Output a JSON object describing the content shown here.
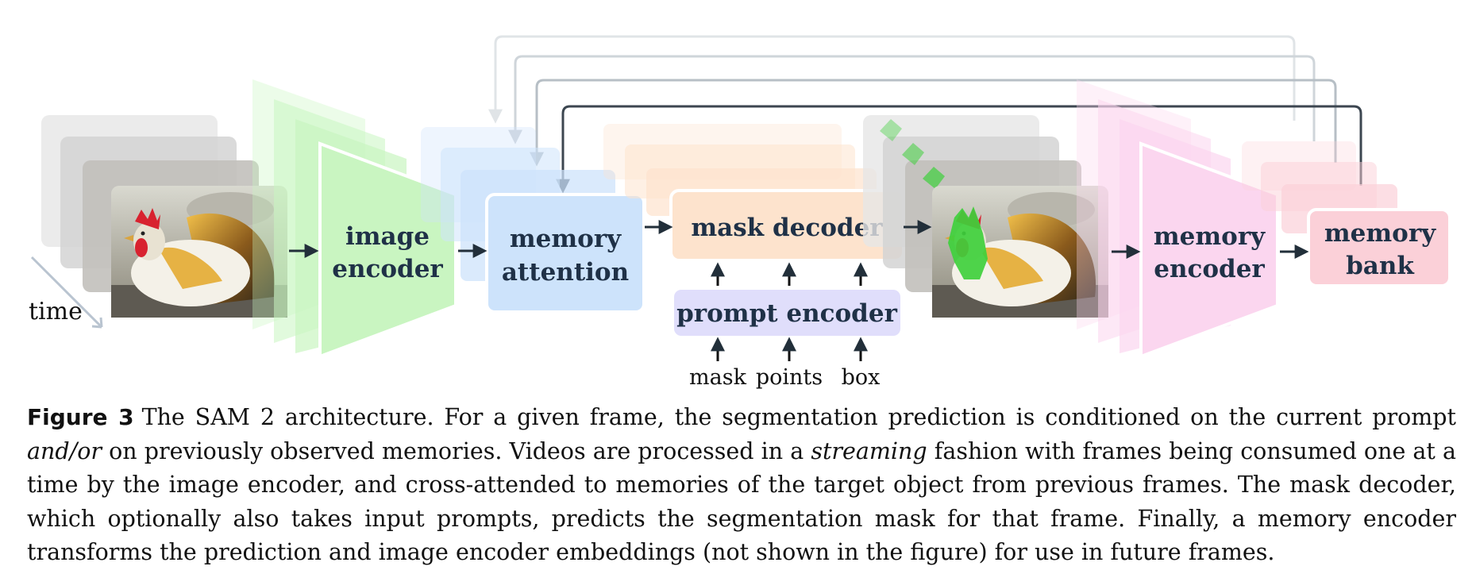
{
  "diagram": {
    "time_label": "time",
    "nodes": {
      "image_encoder": [
        "image",
        "encoder"
      ],
      "memory_attention": [
        "memory",
        "attention"
      ],
      "mask_decoder": "mask decoder",
      "prompt_encoder": "prompt encoder",
      "memory_encoder": [
        "memory",
        "encoder"
      ],
      "memory_bank": [
        "memory",
        "bank"
      ]
    },
    "prompt_inputs": [
      "mask",
      "points",
      "box"
    ],
    "colors": {
      "image_encoder": "#c9f5c1",
      "memory_attention": "#cde3fb",
      "mask_decoder": "#fde3cd",
      "prompt_encoder": "#e0defb",
      "memory_encoder": "#fbd6ef",
      "memory_bank": "#fbd0d8",
      "mask_overlay": "#3fd03c",
      "text": "#1f3147",
      "arrow": "#222f3a"
    }
  },
  "caption": {
    "label": "Figure 3",
    "t1": "The SAM 2 architecture. For a given frame, the segmentation prediction is conditioned on the current prompt ",
    "em1": "and/or",
    "t2": " on previously observed memories. Videos are processed in a ",
    "em2": "streaming",
    "t3": " fashion with frames being consumed one at a time by the image encoder, and cross-attended to memories of the target object from previous frames. The mask decoder, which optionally also takes input prompts, predicts the segmentation mask for that frame. Finally, a memory encoder transforms the prediction and image encoder embeddings (not shown in the figure) for use in future frames."
  }
}
